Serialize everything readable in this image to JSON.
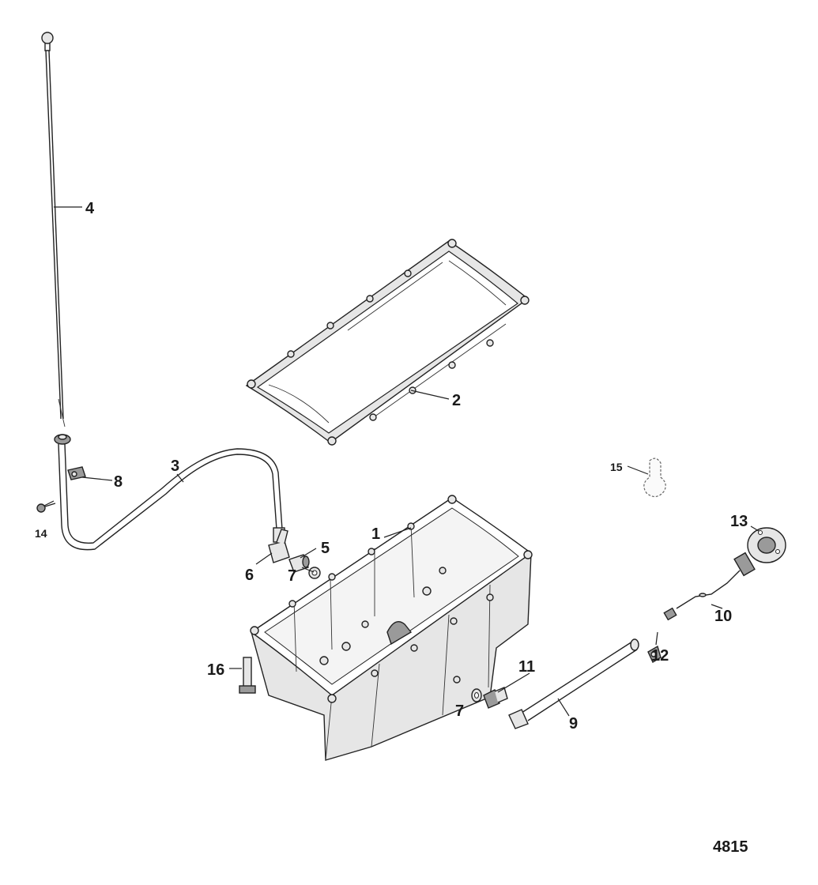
{
  "figure_id": "4815",
  "callouts": {
    "c1": "1",
    "c2": "2",
    "c3": "3",
    "c4": "4",
    "c5": "5",
    "c6": "6",
    "c7a": "7",
    "c7b": "7",
    "c8": "8",
    "c9": "9",
    "c10": "10",
    "c11": "11",
    "c12": "12",
    "c13": "13",
    "c14": "14",
    "c15": "15",
    "c16": "16"
  }
}
